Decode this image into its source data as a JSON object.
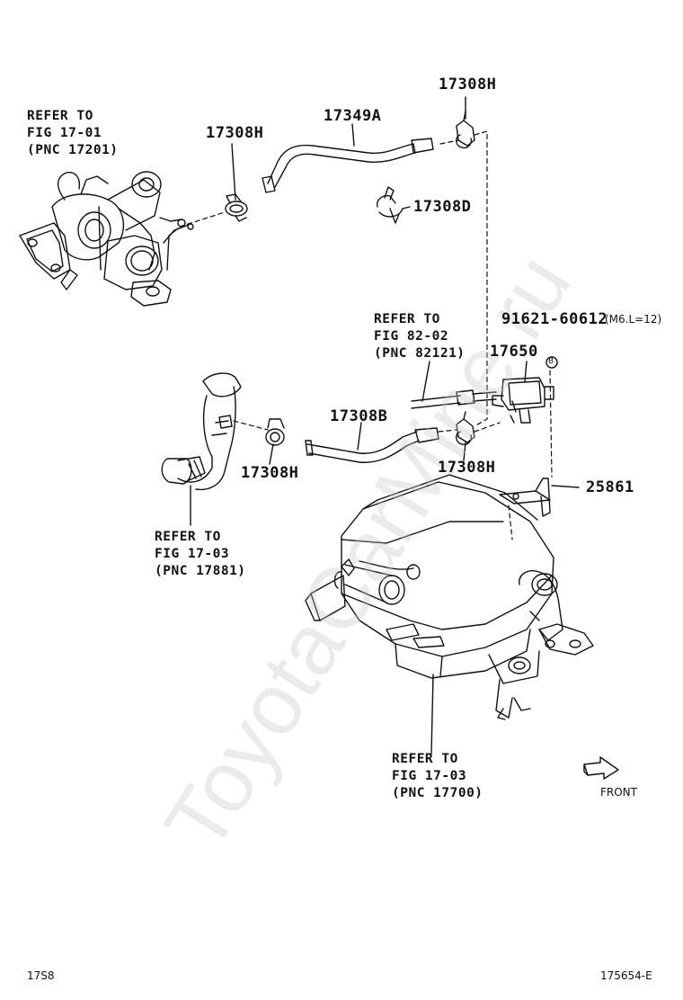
{
  "labels": {
    "p17308h_top": "17308H",
    "p17349a": "17349A",
    "p17308h_left": "17308H",
    "p17308d": "17308D",
    "p91621": "91621-60612",
    "p91621_spec": "(M6.L=12)",
    "p17650": "17650",
    "p17308b": "17308B",
    "p17308h_lower_left": "17308H",
    "p17308h_lower_right": "17308H",
    "p25861": "25861",
    "marker_b": "B"
  },
  "refs": {
    "turbo": [
      "REFER TO",
      "FIG 17-01",
      "(PNC 17201)"
    ],
    "harness": [
      "REFER TO",
      "FIG 82-02",
      "(PNC 82121)"
    ],
    "intake_hose": [
      "REFER TO",
      "FIG 17-03",
      "(PNC 17881)"
    ],
    "air_cleaner": [
      "REFER TO",
      "FIG 17-03",
      "(PNC 17700)"
    ]
  },
  "front_label": "FRONT",
  "footer": {
    "left": "17S8",
    "right": "175654-E"
  },
  "watermark": "ToyotaCarMine.ru"
}
